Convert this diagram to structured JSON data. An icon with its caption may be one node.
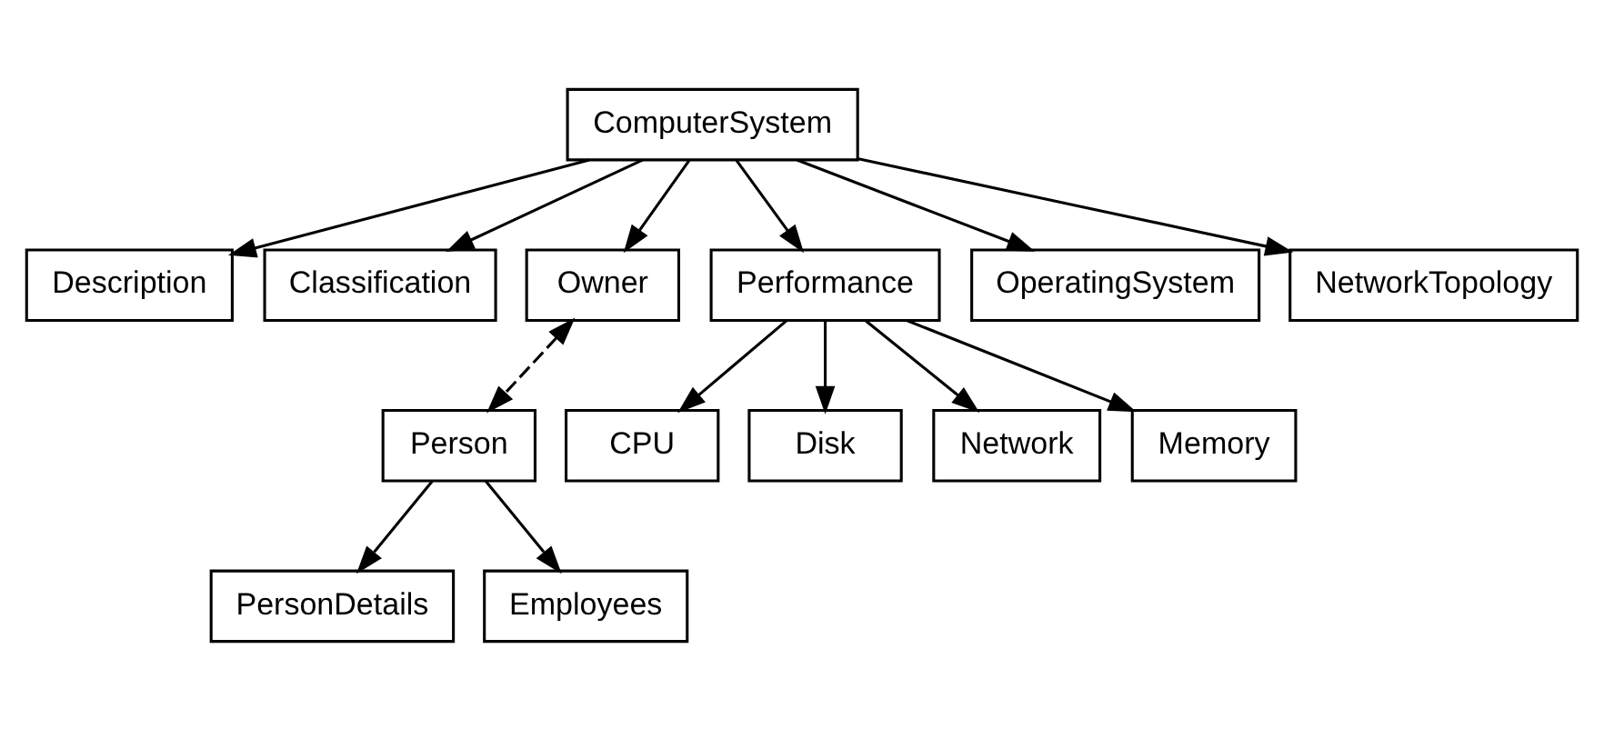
{
  "diagram": {
    "nodes": [
      {
        "text": [
          "ComputerSystem"
        ]
      },
      {
        "text": [
          "Description"
        ]
      },
      {
        "text": [
          "Classification"
        ]
      },
      {
        "text": [
          "Owner"
        ]
      },
      {
        "text": [
          "Performance"
        ]
      },
      {
        "text": [
          "OperatingSystem"
        ]
      },
      {
        "text": [
          "NetworkTopology"
        ]
      },
      {
        "text": [
          "CPU"
        ]
      },
      {
        "text": [
          "Disk"
        ]
      },
      {
        "text": [
          "Network"
        ]
      },
      {
        "text": [
          "Memory"
        ]
      },
      {
        "text": [
          "Person"
        ]
      },
      {
        "text": [
          "PersonDetails"
        ]
      },
      {
        "text": [
          "Employees"
        ]
      }
    ],
    "edges": [
      {
        "from": 0,
        "to": 1,
        "arrow": "to"
      },
      {
        "from": 0,
        "to": 2,
        "arrow": "to"
      },
      {
        "from": 0,
        "to": 3,
        "arrow": "to"
      },
      {
        "from": 0,
        "to": 4,
        "arrow": "to"
      },
      {
        "from": 0,
        "to": 5,
        "arrow": "to"
      },
      {
        "from": 0,
        "to": 6,
        "arrow": "to"
      },
      {
        "from": 4,
        "to": 7,
        "arrow": "to"
      },
      {
        "from": 4,
        "to": 8,
        "arrow": "to"
      },
      {
        "from": 4,
        "to": 9,
        "arrow": "to"
      },
      {
        "from": 4,
        "to": 10,
        "arrow": "to"
      },
      {
        "from": 3,
        "to": 11,
        "arrow": "both",
        "style": "dashed"
      },
      {
        "from": 11,
        "to": 12,
        "arrow": "to"
      },
      {
        "from": 11,
        "to": 13,
        "arrow": "to"
      }
    ]
  }
}
